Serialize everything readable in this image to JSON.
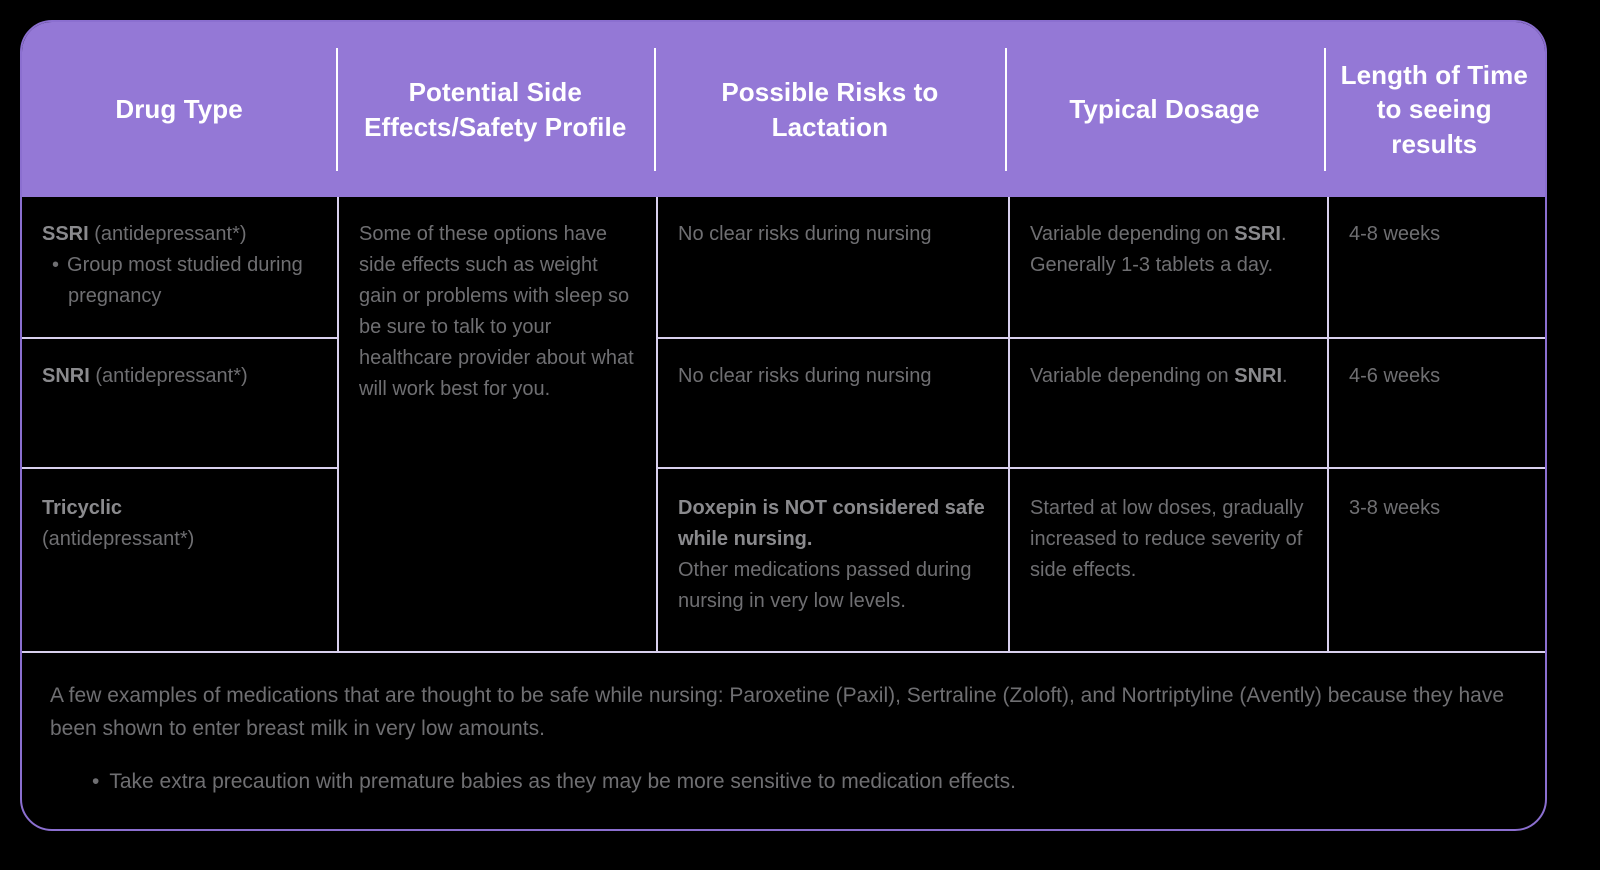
{
  "table": {
    "columns": [
      {
        "id": "drug-type",
        "label": "Drug Type"
      },
      {
        "id": "side-effects",
        "label": "Potential Side Effects/Safety Profile"
      },
      {
        "id": "risks",
        "label": "Possible Risks to Lactation"
      },
      {
        "id": "dosage",
        "label": "Typical Dosage"
      },
      {
        "id": "length",
        "label": "Length of Time to seeing results"
      }
    ],
    "side_effects_merged": {
      "text": "Some of these options have side effects such as weight gain or problems with sleep so be sure to talk to your healthcare provider about what will work best for you."
    },
    "rows": [
      {
        "drug_name": "SSRI",
        "drug_qualifier": " (antidepressant*)",
        "drug_bullets": [
          "Group most studied during pregnancy"
        ],
        "risks": "No clear risks during nursing",
        "risks_bold": "",
        "dosage_pre": "Variable depending on ",
        "dosage_bold": "SSRI",
        "dosage_post": ". Generally 1-3 tablets a day.",
        "length": "4-8 weeks"
      },
      {
        "drug_name": "SNRI",
        "drug_qualifier": " (antidepressant*)",
        "drug_bullets": [],
        "risks": "No clear risks during nursing",
        "risks_bold": "",
        "dosage_pre": "Variable depending on ",
        "dosage_bold": "SNRI",
        "dosage_post": ".",
        "length": "4-6 weeks"
      },
      {
        "drug_name": "Tricyclic",
        "drug_qualifier": "(antidepressant*)",
        "drug_bullets": [],
        "risks": "Other medications passed during nursing in very low levels.",
        "risks_bold": "Doxepin is NOT considered safe while nursing.",
        "dosage_pre": "Started at low doses, gradually increased to reduce severity of side effects.",
        "dosage_bold": "",
        "dosage_post": "",
        "length": "3-8 weeks"
      }
    ],
    "footer": {
      "paragraph": "A few examples of medications that are thought to be safe while nursing: Paroxetine (Paxil), Sertraline (Zoloft), and Nortriptyline (Avently) because they have been shown to enter breast milk in very low amounts.",
      "bullet": "Take extra precaution with premature babies as they may be more sensitive to medication effects."
    }
  },
  "colors": {
    "header_background": "#9478D6",
    "card_border": "#8B6FD0",
    "grid_line": "#D9D0EE",
    "page_background": "#000000",
    "body_text": "#6F6F72",
    "bold_text": "#8A8A8D",
    "header_text": "#FFFFFF"
  }
}
